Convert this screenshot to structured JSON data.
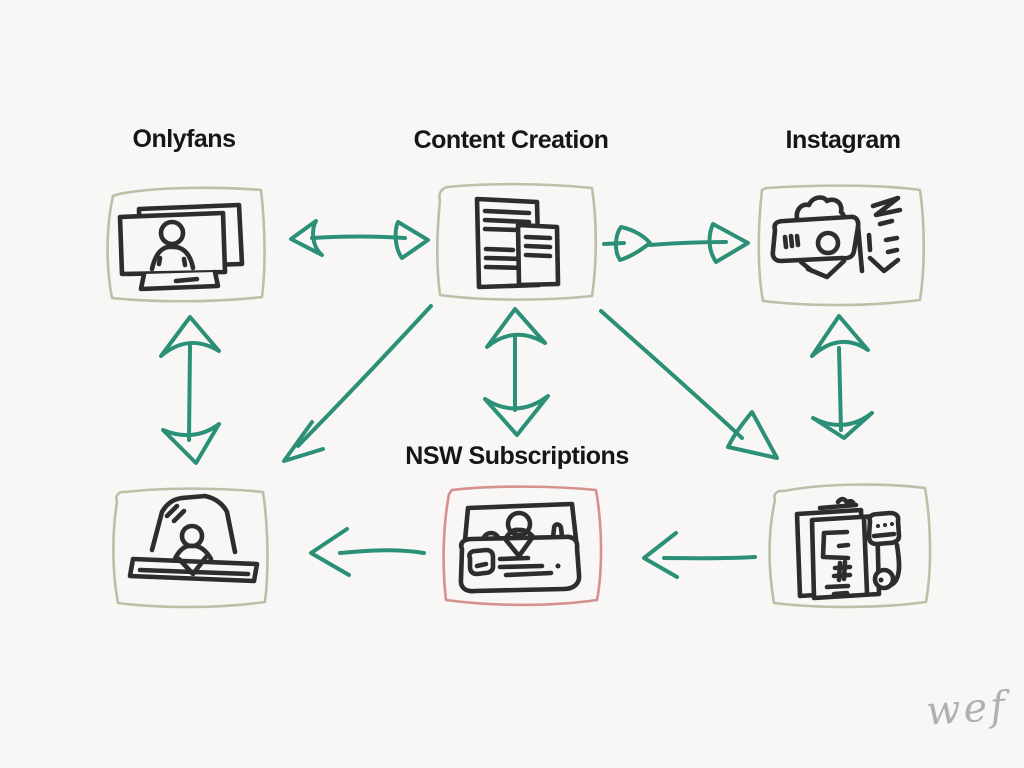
{
  "diagram": {
    "type": "hand-drawn-flow-diagram",
    "watermark": "wef",
    "colors": {
      "background": "#f8f7f5",
      "sketch": "#2d2d2d",
      "arrow": "#2b9077",
      "label": "#161616",
      "box_border": "#bcc0a8",
      "highlight_border": "#d6908e",
      "watermark": "#b0b0b0"
    },
    "nodes": [
      {
        "id": "onlyfans",
        "label": "Onlyfans",
        "icon": "monitor-person-icon",
        "border_color": "#bcc0a8",
        "row": "top",
        "col": "left"
      },
      {
        "id": "content-creation",
        "label": "Content Creation",
        "icon": "documents-icon",
        "border_color": "#bcc0a8",
        "row": "top",
        "col": "center"
      },
      {
        "id": "instagram",
        "label": "Instagram",
        "icon": "megaphone-person-icon",
        "border_color": "#bcc0a8",
        "row": "top",
        "col": "right"
      },
      {
        "id": "bottom-left",
        "label": "",
        "icon": "person-at-desk-icon",
        "border_color": "#bcc0a8",
        "row": "bottom",
        "col": "left"
      },
      {
        "id": "nsw-subscriptions",
        "label": "NSW Subscriptions",
        "icon": "people-workspace-icon",
        "border_color": "#d6908e",
        "row": "bottom",
        "col": "center"
      },
      {
        "id": "bottom-right",
        "label": "",
        "icon": "stacked-cards-device-icon",
        "border_color": "#bcc0a8",
        "row": "bottom",
        "col": "right"
      }
    ],
    "edges": [
      {
        "from": "onlyfans",
        "to": "content-creation",
        "arrows": "both",
        "shape": "horizontal"
      },
      {
        "from": "content-creation",
        "to": "instagram",
        "arrows": "forward",
        "shape": "horizontal-double-chevron"
      },
      {
        "from": "onlyfans",
        "to": "bottom-left",
        "arrows": "both",
        "shape": "vertical"
      },
      {
        "from": "content-creation",
        "to": "nsw-subscriptions",
        "arrows": "both",
        "shape": "vertical"
      },
      {
        "from": "instagram",
        "to": "bottom-right",
        "arrows": "both",
        "shape": "vertical"
      },
      {
        "from": "content-creation",
        "to": "bottom-left",
        "arrows": "forward",
        "shape": "diagonal"
      },
      {
        "from": "content-creation",
        "to": "bottom-right",
        "arrows": "forward",
        "shape": "diagonal"
      },
      {
        "from": "nsw-subscriptions",
        "to": "bottom-left",
        "arrows": "forward",
        "shape": "horizontal"
      },
      {
        "from": "bottom-right",
        "to": "nsw-subscriptions",
        "arrows": "forward",
        "shape": "horizontal"
      }
    ]
  }
}
